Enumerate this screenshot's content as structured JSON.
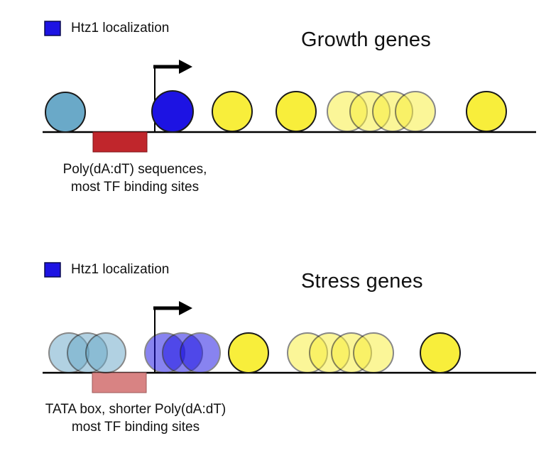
{
  "panels": {
    "growth": {
      "legend_label": "Htz1 localization",
      "title": "Growth genes",
      "caption_line1": "Poly(dA:dT) sequences,",
      "caption_line2": "most TF binding sites"
    },
    "stress": {
      "legend_label": "Htz1 localization",
      "title": "Stress genes",
      "caption_line1": "TATA box, shorter Poly(dA:dT)",
      "caption_line2": "most TF binding sites"
    }
  },
  "colors": {
    "htz1_blue": "#1d13e3",
    "canonical_blue": "#6aa9c8",
    "nucleosome_yellow": "#f8ee3b",
    "poly_da_dt_red": "#c0262c",
    "tata_pink": "#d88383",
    "outline_black": "#1a1a1a"
  }
}
